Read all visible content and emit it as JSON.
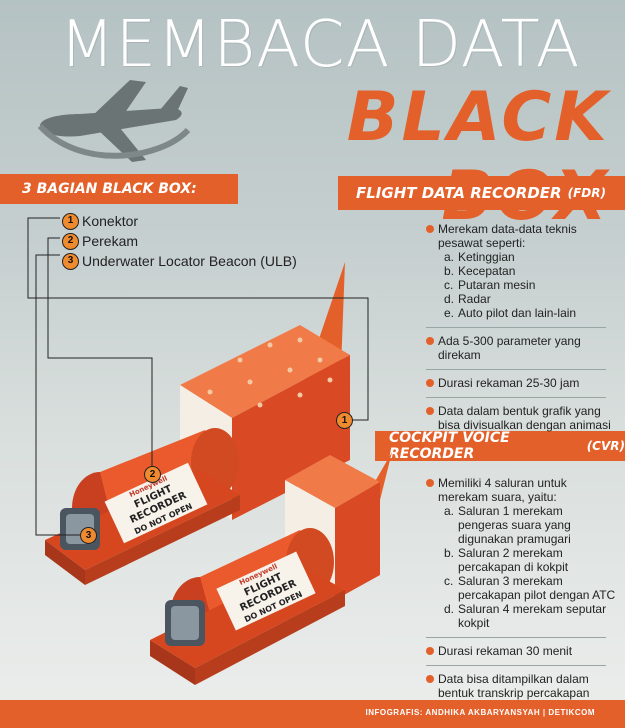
{
  "header": {
    "title_line1": "MEMBACA DATA",
    "title_line2": "BLACK BOX"
  },
  "parts": {
    "heading": "3 BAGIAN BLACK BOX:",
    "items": [
      {
        "num": "1",
        "label": "Konektor"
      },
      {
        "num": "2",
        "label": "Perekam"
      },
      {
        "num": "3",
        "label": "Underwater Locator Beacon (ULB)"
      }
    ]
  },
  "fdr": {
    "heading": "FLIGHT DATA RECORDER",
    "abbr": "(FDR)",
    "intro": "Merekam data-data teknis pesawat seperti:",
    "subitems": [
      {
        "letter": "a.",
        "text": "Ketinggian"
      },
      {
        "letter": "b.",
        "text": "Kecepatan"
      },
      {
        "letter": "c.",
        "text": "Putaran mesin"
      },
      {
        "letter": "d.",
        "text": "Radar"
      },
      {
        "letter": "e.",
        "text": "Auto pilot dan lain-lain"
      }
    ],
    "points": [
      "Ada 5-300 parameter yang direkam",
      "Durasi rekaman 25-30 jam",
      "Data dalam bentuk grafik yang bisa divisualkan dengan animasi"
    ]
  },
  "cvr": {
    "heading": "COCKPIT VOICE RECORDER",
    "abbr": "(CVR)",
    "intro": "Memiliki 4 saluran untuk merekam suara, yaitu:",
    "subitems": [
      {
        "letter": "a.",
        "text": "Saluran 1 merekam pengeras suara yang digunakan pramugari"
      },
      {
        "letter": "b.",
        "text": "Saluran 2 merekam percakapan di kokpit"
      },
      {
        "letter": "c.",
        "text": "Saluran 3 merekam percakapan pilot dengan ATC"
      },
      {
        "letter": "d.",
        "text": "Saluran 4 merekam seputar kokpit"
      }
    ],
    "points": [
      "Durasi rekaman 30 menit",
      "Data bisa ditampilkan dalam bentuk transkrip percakapan"
    ]
  },
  "device_label": {
    "brand": "Honeywell",
    "line1": "FLIGHT",
    "line2": "RECORDER",
    "line3": "DO NOT OPEN"
  },
  "footer": {
    "credit": "INFOGRAFIS: ANDHIKA AKBARYANSYAH | DETIKCOM"
  },
  "colors": {
    "accent": "#e4602a",
    "device_orange": "#e8552a",
    "marker": "#f08a2e"
  }
}
